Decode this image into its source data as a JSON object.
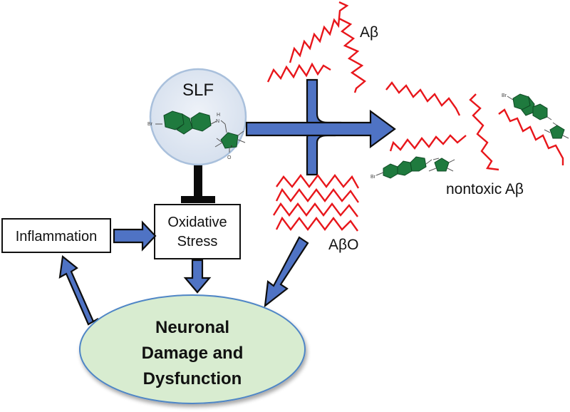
{
  "diagram": {
    "title": "SLF mechanism in amyloid-beta neurotoxicity",
    "nodes": {
      "slf": {
        "label": "SLF",
        "fill": "#dde6f2",
        "stroke": "#9fb8d8"
      },
      "oxidative_stress": {
        "label_line1": "Oxidative",
        "label_line2": "Stress"
      },
      "inflammation": {
        "label": "Inflammation"
      },
      "neuronal": {
        "label_line1": "Neuronal",
        "label_line2": "Damage and",
        "label_line3": "Dysfunction",
        "fill": "#d8ecd0",
        "stroke": "#4f86c6"
      },
      "abeta": {
        "label": "Aβ"
      },
      "abeta_oligomer": {
        "label": "AβO"
      },
      "nontoxic_abeta": {
        "label": "nontoxic Aβ"
      }
    },
    "molecule_atoms": {
      "bromine": "Br",
      "amine_h": "H",
      "amine_n": "N",
      "oxygen": "O"
    },
    "edges": [
      {
        "from": "SLF",
        "to": "nontoxic Aβ",
        "type": "merge-arrow"
      },
      {
        "from": "Aβ",
        "to": "merge",
        "type": "arrow"
      },
      {
        "from": "AβO",
        "to": "merge",
        "type": "arrow"
      },
      {
        "from": "SLF",
        "to": "Oxidative Stress",
        "type": "inhibition"
      },
      {
        "from": "Inflammation",
        "to": "Oxidative Stress",
        "type": "arrow"
      },
      {
        "from": "Oxidative Stress",
        "to": "Neuronal Damage and Dysfunction",
        "type": "arrow"
      },
      {
        "from": "AβO",
        "to": "Neuronal Damage and Dysfunction",
        "type": "arrow"
      },
      {
        "from": "Neuronal Damage and Dysfunction",
        "to": "Inflammation",
        "type": "arrow"
      }
    ],
    "colors": {
      "arrow_fill": "#4f73c4",
      "peptide": "#e8161b",
      "molecule_ring": "#1f7a3e"
    }
  }
}
